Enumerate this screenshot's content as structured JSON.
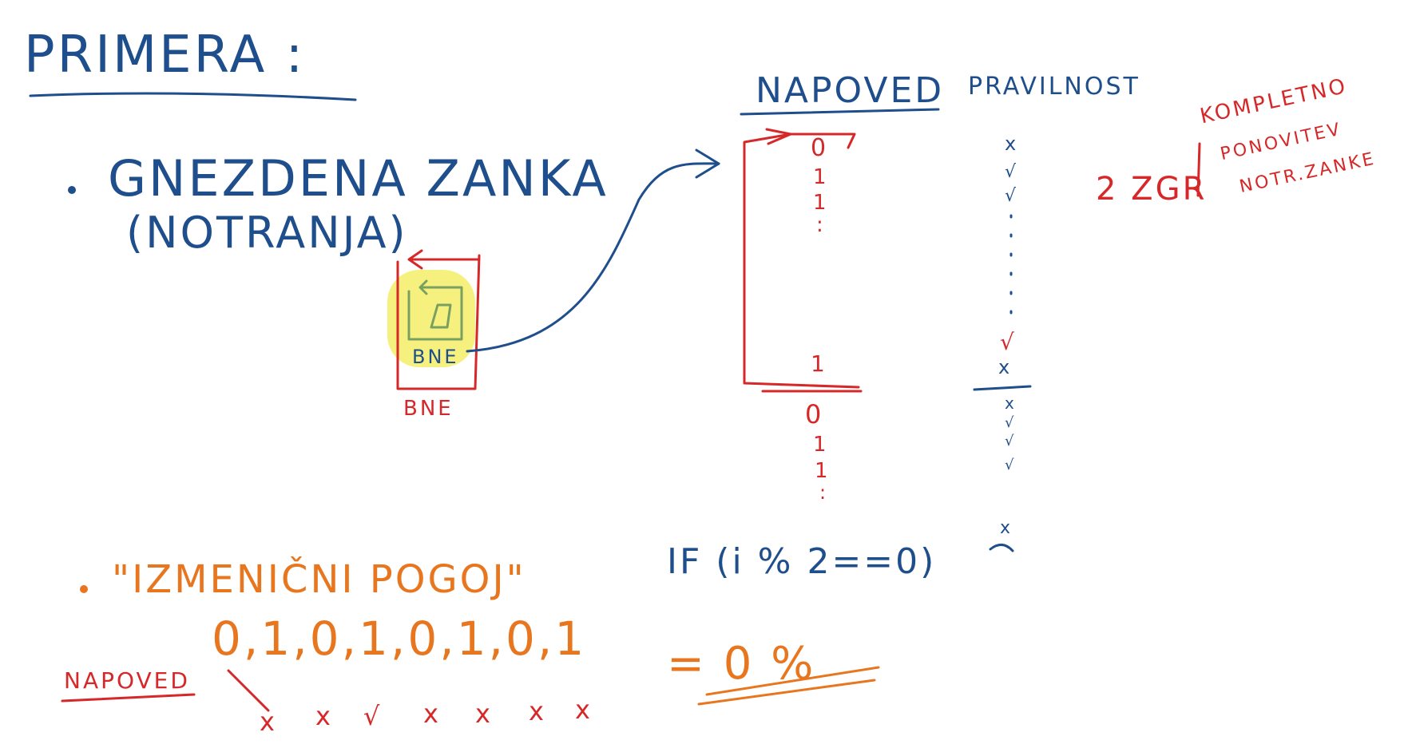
{
  "title": "PRIMERA :",
  "bullet1": {
    "line1": "GNEZDENA ZANKA",
    "line2": "(NOTRANJA)"
  },
  "diagram": {
    "inner_label": "BNE",
    "outer_label": "BNE"
  },
  "columns": {
    "napoved": "NAPOVED",
    "pravilnost": "PRAVILNOST"
  },
  "napoved_values": [
    "0",
    "1",
    "1",
    ":",
    "1",
    "0",
    "1",
    "1",
    ":"
  ],
  "pravilnost_values": [
    "x",
    "√",
    "√",
    "√",
    "x",
    "x",
    "√",
    "√",
    "√",
    "x"
  ],
  "side_note": {
    "lead": "2 ZGR",
    "line1": "KOMPLETNO",
    "line2": "PONOVITEV",
    "line3": "NOTR.ZANKE"
  },
  "if_statement": "IF (i % 2==0)",
  "bullet2": {
    "label": "\"IZMENIČNI POGOJ\"",
    "sequence": "0,1,0,1,0,1,0,1",
    "napoved_label": "NAPOVED",
    "marks": [
      "x",
      "x",
      "√",
      "x",
      "x",
      "x",
      "x"
    ],
    "result": "= 0 %"
  },
  "colors": {
    "blue": "#1f4e8c",
    "red": "#d62828",
    "orange": "#e8761f",
    "highlight": "#f5f070",
    "green": "#7aa060"
  }
}
